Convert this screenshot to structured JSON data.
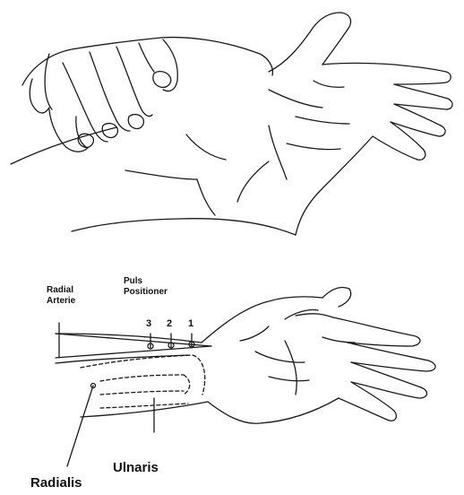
{
  "labels": {
    "radial_line1": "Radial",
    "radial_line2": "Arterie",
    "puls_line1": "Puls",
    "puls_line2": "Positioner",
    "pos3": "3",
    "pos2": "2",
    "pos1": "1",
    "ulnaris": "Ulnaris",
    "radialis": "Radialis"
  },
  "colors": {
    "ink": "#1a1a1a",
    "background": "#ffffff"
  }
}
